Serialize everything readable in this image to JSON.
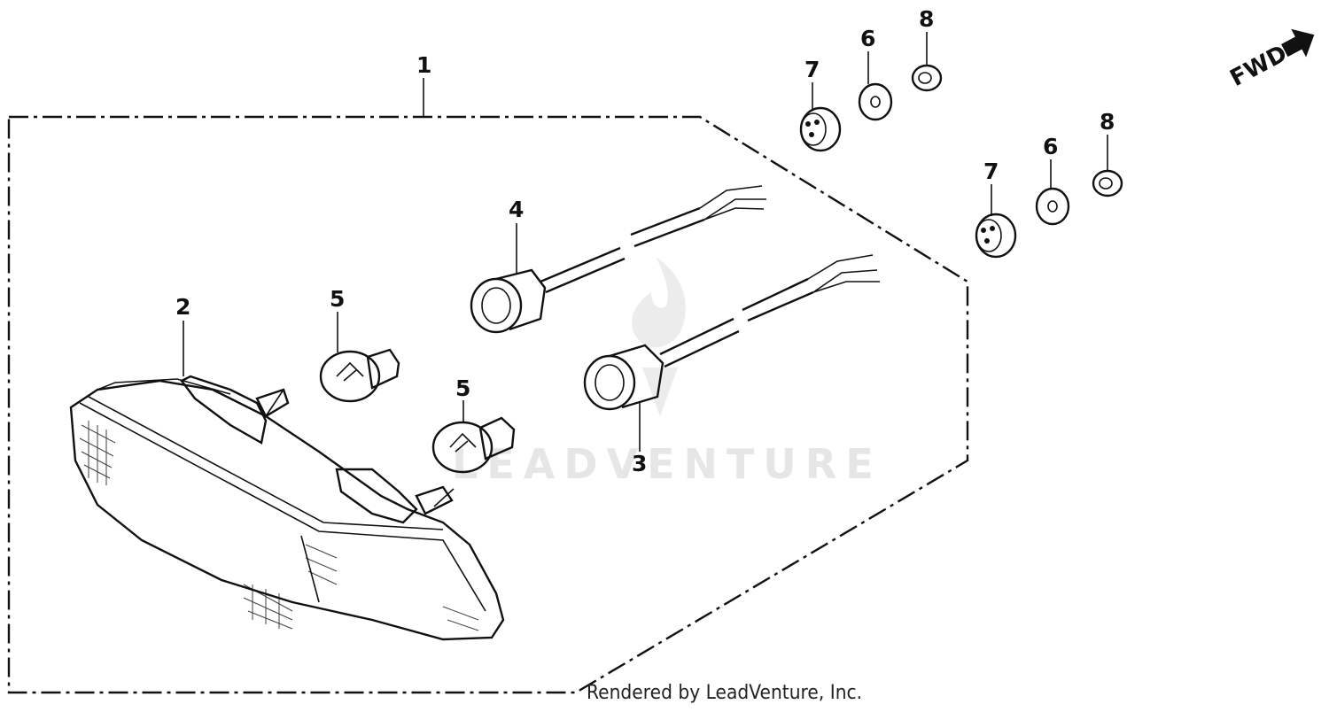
{
  "watermark": "LEADVENTURE",
  "fwd_label": "FWD",
  "credit": "Rendered by LeadVenture, Inc.",
  "callouts": {
    "c1": "1",
    "c2": "2",
    "c3": "3",
    "c4": "4",
    "c5a": "5",
    "c5b": "5",
    "c6a": "6",
    "c6b": "6",
    "c7a": "7",
    "c7b": "7",
    "c8a": "8",
    "c8b": "8"
  }
}
